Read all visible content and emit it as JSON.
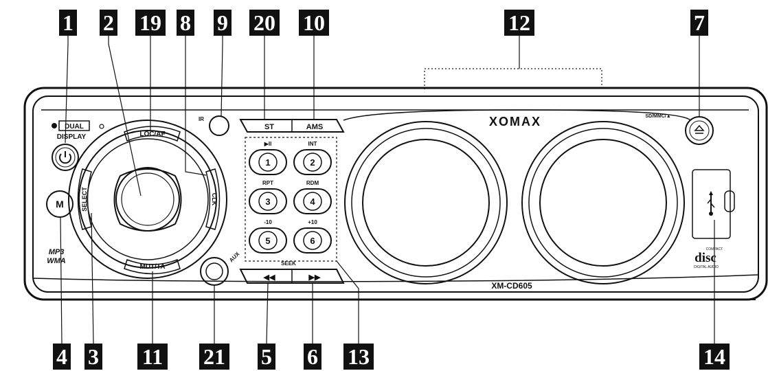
{
  "callouts": [
    {
      "label": "1"
    },
    {
      "label": "2"
    },
    {
      "label": "19"
    },
    {
      "label": "8"
    },
    {
      "label": "9"
    },
    {
      "label": "20"
    },
    {
      "label": "10"
    },
    {
      "label": "12"
    },
    {
      "label": "7"
    },
    {
      "label": "4"
    },
    {
      "label": "3"
    },
    {
      "label": "11"
    },
    {
      "label": "21"
    },
    {
      "label": "5"
    },
    {
      "label": "6"
    },
    {
      "label": "13"
    },
    {
      "label": "14"
    }
  ],
  "panel": {
    "brand": "XOMAX",
    "model": "XM-CD605",
    "dual": "DUAL",
    "display": "DISPLAY",
    "ir": "IR",
    "loc_af": "LOC/AF",
    "mut_ta": "MUT/TA",
    "select": "SELECT",
    "clk": "CLK",
    "m": "M",
    "mp3": "MP3",
    "wma": "WMA",
    "st": "ST",
    "ams": "AMS",
    "sd_mmc": "SD/MMC/▲",
    "seek": "SEEK",
    "disc": "disc",
    "disc_small": "COMPACT",
    "disc_sub": "DIGITAL AUDIO",
    "aux": "AUX",
    "usb_icon": "usb-icon",
    "power_icon": "power-icon",
    "eject_icon": "eject-icon",
    "keys": [
      {
        "num": "1",
        "caption": "▶II"
      },
      {
        "num": "2",
        "caption": "INT"
      },
      {
        "num": "3",
        "caption": "RPT"
      },
      {
        "num": "4",
        "caption": "RDM"
      },
      {
        "num": "5",
        "caption": "-10"
      },
      {
        "num": "6",
        "caption": "+10"
      }
    ],
    "prev": "◀◀",
    "next": "▶▶"
  }
}
